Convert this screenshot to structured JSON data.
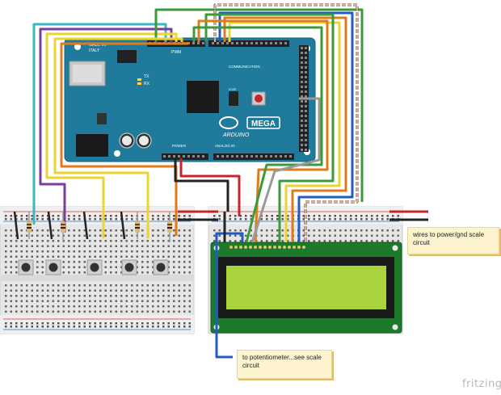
{
  "canvas": {
    "background": "#ffffff"
  },
  "arduino": {
    "logo_text": "ARDUINO",
    "model_text": "MEGA",
    "made_in": "MADE IN",
    "country": "ITALY",
    "pwm_label": "PWM",
    "communication_label": "COMMUNICATION",
    "power_label": "POWER",
    "analog_label": "ANALOG IN",
    "tx_label": "TX",
    "rx_label": "RX",
    "icsp_label": "ICSP",
    "board_color": "#1f7a9b"
  },
  "notes": {
    "wires_power": "wires to power/gnd scale circuit",
    "potentiometer": "to potentiometer...see scale circuit"
  },
  "brand": "fritzing",
  "colors": {
    "breadboard": "#e6e6e6",
    "lcd_board": "#1e7a2b",
    "lcd_screen": "#a9d43c",
    "button": "#333333",
    "wire_red": "#c4262a",
    "wire_black": "#222222",
    "wire_brown": "#7a3b16",
    "wire_orange": "#e07b1a",
    "wire_yellow": "#ecd431",
    "wire_green": "#3d9a3a",
    "wire_blue": "#1f5cc4",
    "wire_purple": "#7b3c9e",
    "wire_cyan": "#3bb7c6",
    "note_fill": "#fdf4cf"
  }
}
